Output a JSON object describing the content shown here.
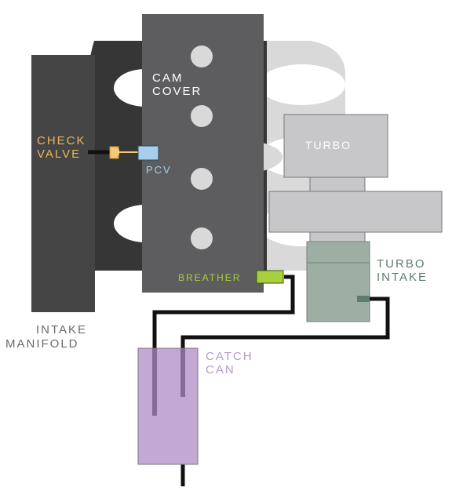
{
  "labels": {
    "cam_cover": [
      "CAM",
      "COVER"
    ],
    "check_valve": [
      "CHECK",
      "VALVE"
    ],
    "pcv": "PCV",
    "turbo": "TURBO",
    "turbo_intake": [
      "TURBO",
      "INTAKE"
    ],
    "breather": "BREATHER",
    "intake_manifold": [
      "INTAKE",
      "MANIFOLD"
    ],
    "catch_can": [
      "CATCH",
      "CAN"
    ]
  },
  "colors": {
    "manifold_dark": "#454545",
    "cam_cover": "#5d5d5f",
    "gasket_dark": "#363636",
    "gasket_light": "#d9d9d9",
    "turbo": "#c7c7c9",
    "turbo_intake": "#9dafa3",
    "turbo_intake_text": "#5f7d6c",
    "catch_can": "#c4a8d4",
    "catch_can_text": "#b39ac9",
    "catch_can_tube": "#866c94",
    "pcv": "#a7cfea",
    "check_valve": "#f6c878",
    "check_valve_text": "#e7b85a",
    "breather": "#a8d03c",
    "hose": "#111111",
    "text_light": "#ffffff",
    "text_gray": "#6a6a6a"
  }
}
